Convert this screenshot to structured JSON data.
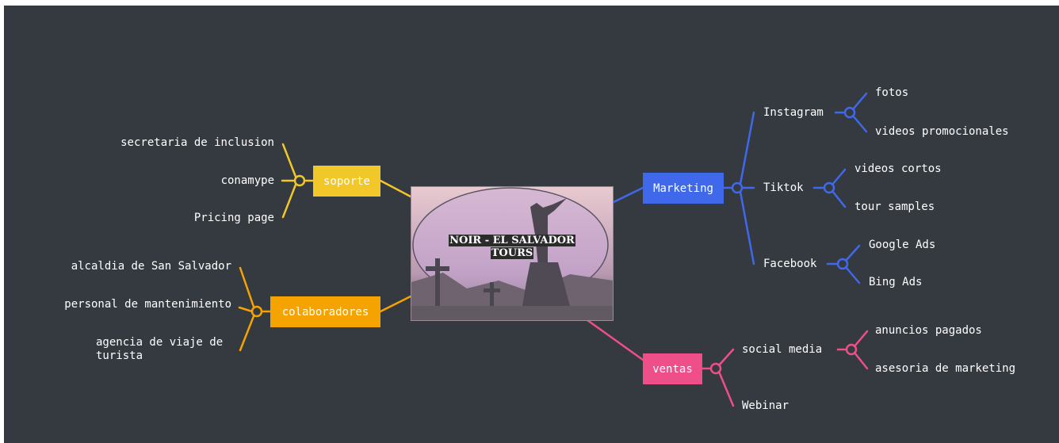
{
  "center": {
    "title_line1": "NOIR - EL SALVADOR",
    "title_line2": "TOURS"
  },
  "colors": {
    "background": "#353a40",
    "soporte": "#f2c72a",
    "colaboradores": "#f5a300",
    "marketing": "#3f68ea",
    "ventas": "#ee4f88"
  },
  "branches": {
    "soporte": {
      "label": "soporte",
      "children": [
        "secretaria de inclusion",
        "conamype",
        "Pricing page"
      ]
    },
    "colaboradores": {
      "label": "colaboradores",
      "children": [
        "alcaldia de San Salvador",
        "personal de mantenimiento",
        "agencia de viaje de",
        "turista"
      ]
    },
    "marketing": {
      "label": "Marketing",
      "instagram": {
        "label": "Instagram",
        "children": [
          "fotos",
          "videos promocionales"
        ]
      },
      "tiktok": {
        "label": "Tiktok",
        "children": [
          "videos cortos",
          "tour samples"
        ]
      },
      "facebook": {
        "label": "Facebook",
        "children": [
          "Google Ads",
          "Bing Ads"
        ]
      }
    },
    "ventas": {
      "label": "ventas",
      "social": {
        "label": "social media",
        "children": [
          "anuncios pagados",
          "asesoria de marketing"
        ]
      },
      "webinar": {
        "label": "Webinar"
      }
    }
  }
}
